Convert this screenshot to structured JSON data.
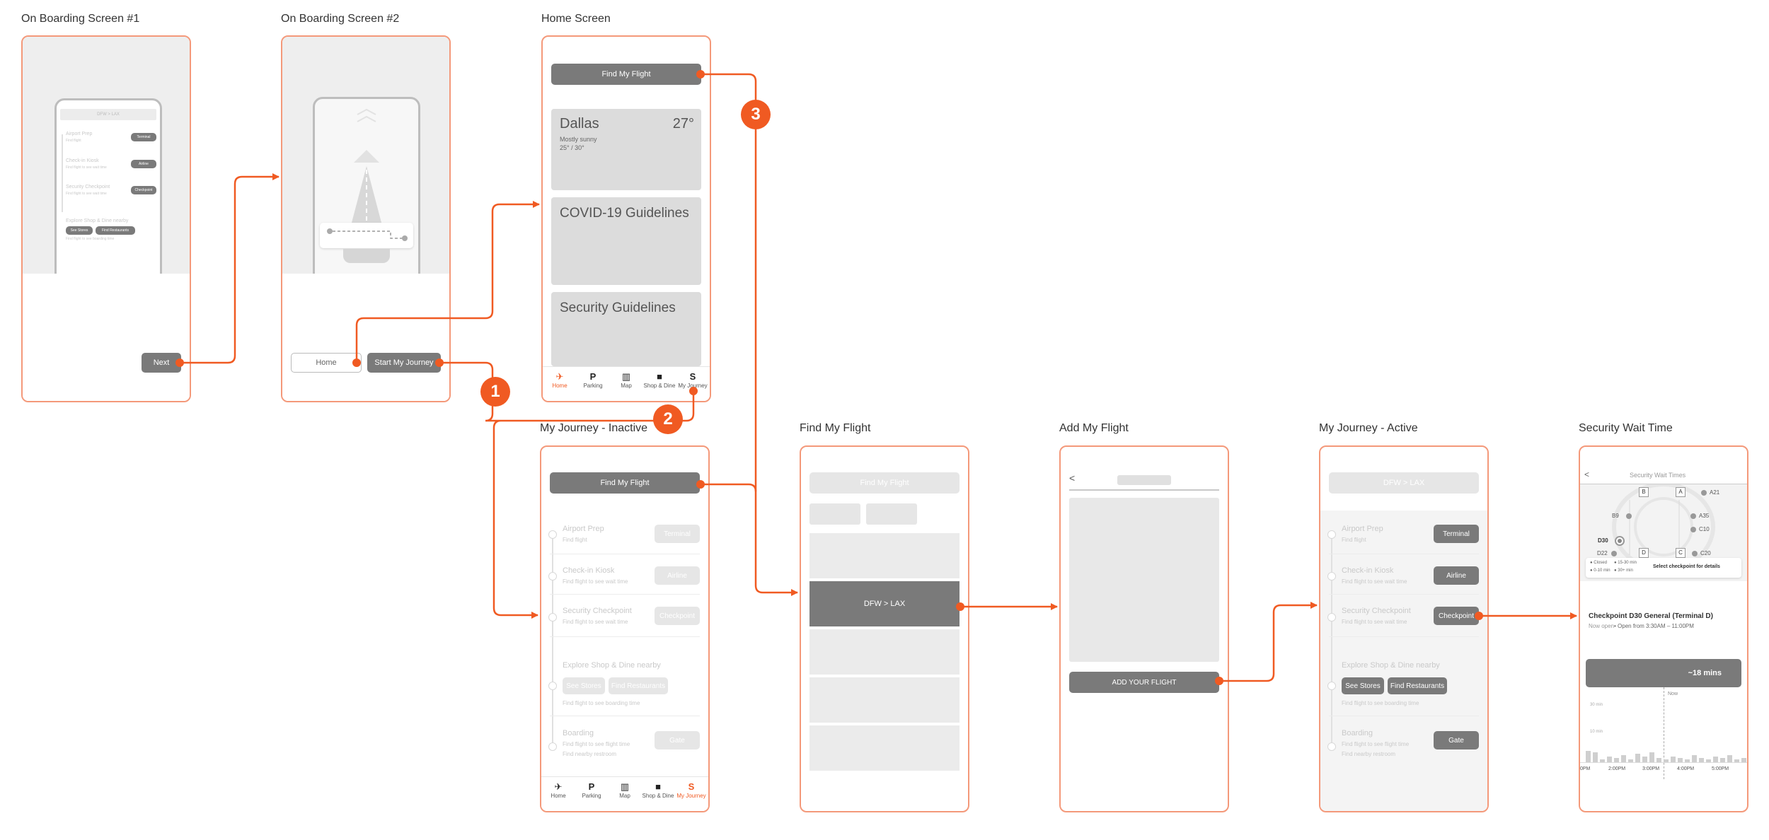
{
  "screens": {
    "onboarding1": {
      "title": "On Boarding Screen #1",
      "route_label": "DFW  >  LAX",
      "steps": [
        {
          "title": "Airport Prep",
          "sub": "Find flight",
          "btn": "Terminal"
        },
        {
          "title": "Check-in Kiosk",
          "sub": "Find flight to see wait time",
          "btn": "Airline"
        },
        {
          "title": "Security Checkpoint",
          "sub": "Find flight to see wait time",
          "btn": "Checkpoint"
        }
      ],
      "explore": "Explore Shop & Dine nearby",
      "see_stores": "See Stores",
      "find_restaurants": "Find Restaurants",
      "explore_sub": "Find flight to see boarding time",
      "next": "Next"
    },
    "onboarding2": {
      "title": "On Boarding Screen #2",
      "home": "Home",
      "start": "Start My Journey"
    },
    "home": {
      "title": "Home Screen",
      "find_btn": "Find My Flight",
      "city": "Dallas",
      "temp": "27°",
      "condition": "Mostly sunny",
      "range": "25° / 30°",
      "covid": "COVID-19 Guidelines",
      "security": "Security Guidelines"
    },
    "journey_inactive": {
      "title": "My Journey - Inactive",
      "find_btn": "Find My Flight",
      "steps": [
        {
          "title": "Airport Prep",
          "sub": "Find flight",
          "btn": "Terminal"
        },
        {
          "title": "Check-in Kiosk",
          "sub": "Find flight to see wait time",
          "btn": "Airline"
        },
        {
          "title": "Security Checkpoint",
          "sub": "Find flight to see wait time",
          "btn": "Checkpoint"
        }
      ],
      "explore": "Explore Shop & Dine nearby",
      "see_stores": "See Stores",
      "find_restaurants": "Find Restaurants",
      "explore_sub": "Find flight to see boarding time",
      "boarding": "Boarding",
      "boarding_sub": "Find flight to see flight time",
      "restroom": "Find nearby restroom",
      "gate": "Gate"
    },
    "find_flight": {
      "title": "Find My Flight",
      "find_btn": "Find My Flight",
      "route": "DFW   >   LAX"
    },
    "add_flight": {
      "title": "Add My Flight",
      "back": "<",
      "add_btn": "ADD YOUR FLIGHT"
    },
    "journey_active": {
      "title": "My Journey - Active",
      "route": "DFW   >   LAX",
      "steps": [
        {
          "title": "Airport Prep",
          "sub": "Find flight",
          "btn": "Terminal"
        },
        {
          "title": "Check-in Kiosk",
          "sub": "Find flight to see wait time",
          "btn": "Airline"
        },
        {
          "title": "Security Checkpoint",
          "sub": "Find flight to see wait time",
          "btn": "Checkpoint"
        }
      ],
      "explore": "Explore Shop & Dine nearby",
      "see_stores": "See Stores",
      "find_restaurants": "Find Restaurants",
      "explore_sub": "Find flight to see boarding time",
      "boarding": "Boarding",
      "boarding_sub": "Find flight to see flight time",
      "restroom": "Find nearby restroom",
      "gate": "Gate"
    },
    "security_wait": {
      "title": "Security Wait Time",
      "header": "Security Wait Times",
      "back": "<",
      "gates": {
        "b": "B",
        "a": "A",
        "d": "D",
        "c": "C",
        "a21": "A21",
        "b9": "B9",
        "a35": "A35",
        "c10": "C10",
        "d30": "D30",
        "d22": "D22",
        "c20": "C20"
      },
      "legend": [
        "Closed",
        "15-30 min",
        "0-10 min",
        "30+ min"
      ],
      "select_hint": "Select checkpoint for details",
      "checkpoint": "Checkpoint D30 General (Terminal D)",
      "now_open": "Now open",
      "hours": "• Open from 3:30AM – 11:00PM",
      "wait": "~18 mins",
      "now": "Now",
      "y30": "30 min",
      "y10": "10 min",
      "times": [
        "0PM",
        "2:00PM",
        "3:00PM",
        "4:00PM",
        "5:00PM"
      ]
    }
  },
  "nav": [
    {
      "icon": "plane",
      "label": "Home"
    },
    {
      "icon": "P",
      "label": "Parking"
    },
    {
      "icon": "map",
      "label": "Map"
    },
    {
      "icon": "bag",
      "label": "Shop & Dine"
    },
    {
      "icon": "S",
      "label": "My Journey"
    }
  ],
  "badges": [
    "1",
    "2",
    "3"
  ],
  "colors": {
    "accent": "#f05a22",
    "frame": "#f4997a",
    "button": "#7a7a7a",
    "card": "#dcdcdc"
  }
}
